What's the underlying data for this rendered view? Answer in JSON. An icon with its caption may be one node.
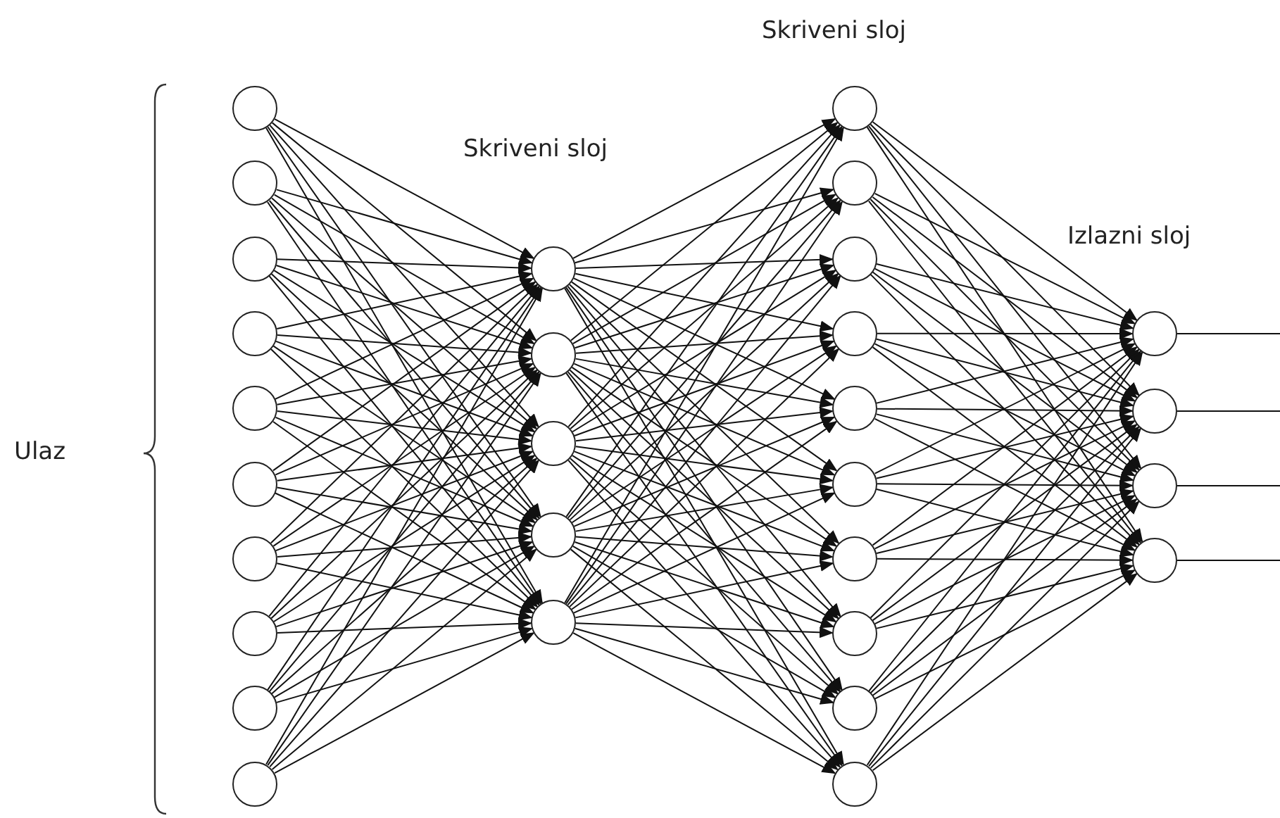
{
  "diagram": {
    "nodes": [
      {
        "text": [],
        "shape": "circle"
      },
      {
        "text": [],
        "shape": "circle"
      },
      {
        "text": [],
        "shape": "circle"
      },
      {
        "text": [],
        "shape": "circle"
      },
      {
        "text": [],
        "shape": "circle"
      },
      {
        "text": [],
        "shape": "circle"
      },
      {
        "text": [],
        "shape": "circle"
      },
      {
        "text": [],
        "shape": "circle"
      },
      {
        "text": [],
        "shape": "circle"
      },
      {
        "text": [],
        "shape": "circle"
      },
      {
        "text": [],
        "shape": "circle"
      },
      {
        "text": [],
        "shape": "circle"
      },
      {
        "text": [],
        "shape": "circle"
      },
      {
        "text": [],
        "shape": "circle"
      },
      {
        "text": [],
        "shape": "circle"
      },
      {
        "text": [],
        "shape": "circle"
      },
      {
        "text": [],
        "shape": "circle"
      },
      {
        "text": [],
        "shape": "circle"
      },
      {
        "text": [],
        "shape": "circle"
      },
      {
        "text": [],
        "shape": "circle"
      },
      {
        "text": [],
        "shape": "circle"
      },
      {
        "text": [],
        "shape": "circle"
      },
      {
        "text": [],
        "shape": "circle"
      },
      {
        "text": [],
        "shape": "circle"
      },
      {
        "text": [],
        "shape": "circle"
      },
      {
        "text": [],
        "shape": "circle"
      },
      {
        "text": [],
        "shape": "circle"
      },
      {
        "text": [],
        "shape": "circle"
      },
      {
        "text": [],
        "shape": "circle"
      }
    ],
    "edges": [
      {
        "from": 0,
        "to": 10,
        "arrow": "to"
      },
      {
        "from": 0,
        "to": 11,
        "arrow": "to"
      },
      {
        "from": 0,
        "to": 12,
        "arrow": "to"
      },
      {
        "from": 0,
        "to": 13,
        "arrow": "to"
      },
      {
        "from": 0,
        "to": 14,
        "arrow": "to"
      },
      {
        "from": 1,
        "to": 10,
        "arrow": "to"
      },
      {
        "from": 1,
        "to": 11,
        "arrow": "to"
      },
      {
        "from": 1,
        "to": 12,
        "arrow": "to"
      },
      {
        "from": 1,
        "to": 13,
        "arrow": "to"
      },
      {
        "from": 1,
        "to": 14,
        "arrow": "to"
      },
      {
        "from": 2,
        "to": 10,
        "arrow": "to"
      },
      {
        "from": 2,
        "to": 11,
        "arrow": "to"
      },
      {
        "from": 2,
        "to": 12,
        "arrow": "to"
      },
      {
        "from": 2,
        "to": 13,
        "arrow": "to"
      },
      {
        "from": 2,
        "to": 14,
        "arrow": "to"
      },
      {
        "from": 3,
        "to": 10,
        "arrow": "to"
      },
      {
        "from": 3,
        "to": 11,
        "arrow": "to"
      },
      {
        "from": 3,
        "to": 12,
        "arrow": "to"
      },
      {
        "from": 3,
        "to": 13,
        "arrow": "to"
      },
      {
        "from": 3,
        "to": 14,
        "arrow": "to"
      },
      {
        "from": 4,
        "to": 10,
        "arrow": "to"
      },
      {
        "from": 4,
        "to": 11,
        "arrow": "to"
      },
      {
        "from": 4,
        "to": 12,
        "arrow": "to"
      },
      {
        "from": 4,
        "to": 13,
        "arrow": "to"
      },
      {
        "from": 4,
        "to": 14,
        "arrow": "to"
      },
      {
        "from": 5,
        "to": 10,
        "arrow": "to"
      },
      {
        "from": 5,
        "to": 11,
        "arrow": "to"
      },
      {
        "from": 5,
        "to": 12,
        "arrow": "to"
      },
      {
        "from": 5,
        "to": 13,
        "arrow": "to"
      },
      {
        "from": 5,
        "to": 14,
        "arrow": "to"
      },
      {
        "from": 6,
        "to": 10,
        "arrow": "to"
      },
      {
        "from": 6,
        "to": 11,
        "arrow": "to"
      },
      {
        "from": 6,
        "to": 12,
        "arrow": "to"
      },
      {
        "from": 6,
        "to": 13,
        "arrow": "to"
      },
      {
        "from": 6,
        "to": 14,
        "arrow": "to"
      },
      {
        "from": 7,
        "to": 10,
        "arrow": "to"
      },
      {
        "from": 7,
        "to": 11,
        "arrow": "to"
      },
      {
        "from": 7,
        "to": 12,
        "arrow": "to"
      },
      {
        "from": 7,
        "to": 13,
        "arrow": "to"
      },
      {
        "from": 7,
        "to": 14,
        "arrow": "to"
      },
      {
        "from": 8,
        "to": 10,
        "arrow": "to"
      },
      {
        "from": 8,
        "to": 11,
        "arrow": "to"
      },
      {
        "from": 8,
        "to": 12,
        "arrow": "to"
      },
      {
        "from": 8,
        "to": 13,
        "arrow": "to"
      },
      {
        "from": 8,
        "to": 14,
        "arrow": "to"
      },
      {
        "from": 9,
        "to": 10,
        "arrow": "to"
      },
      {
        "from": 9,
        "to": 11,
        "arrow": "to"
      },
      {
        "from": 9,
        "to": 12,
        "arrow": "to"
      },
      {
        "from": 9,
        "to": 13,
        "arrow": "to"
      },
      {
        "from": 9,
        "to": 14,
        "arrow": "to"
      },
      {
        "from": 10,
        "to": 15,
        "arrow": "to"
      },
      {
        "from": 10,
        "to": 16,
        "arrow": "to"
      },
      {
        "from": 10,
        "to": 17,
        "arrow": "to"
      },
      {
        "from": 10,
        "to": 18,
        "arrow": "to"
      },
      {
        "from": 10,
        "to": 19,
        "arrow": "to"
      },
      {
        "from": 10,
        "to": 20,
        "arrow": "to"
      },
      {
        "from": 10,
        "to": 21,
        "arrow": "to"
      },
      {
        "from": 10,
        "to": 22,
        "arrow": "to"
      },
      {
        "from": 10,
        "to": 23,
        "arrow": "to"
      },
      {
        "from": 10,
        "to": 24,
        "arrow": "to"
      },
      {
        "from": 11,
        "to": 15,
        "arrow": "to"
      },
      {
        "from": 11,
        "to": 16,
        "arrow": "to"
      },
      {
        "from": 11,
        "to": 17,
        "arrow": "to"
      },
      {
        "from": 11,
        "to": 18,
        "arrow": "to"
      },
      {
        "from": 11,
        "to": 19,
        "arrow": "to"
      },
      {
        "from": 11,
        "to": 20,
        "arrow": "to"
      },
      {
        "from": 11,
        "to": 21,
        "arrow": "to"
      },
      {
        "from": 11,
        "to": 22,
        "arrow": "to"
      },
      {
        "from": 11,
        "to": 23,
        "arrow": "to"
      },
      {
        "from": 11,
        "to": 24,
        "arrow": "to"
      },
      {
        "from": 12,
        "to": 15,
        "arrow": "to"
      },
      {
        "from": 12,
        "to": 16,
        "arrow": "to"
      },
      {
        "from": 12,
        "to": 17,
        "arrow": "to"
      },
      {
        "from": 12,
        "to": 18,
        "arrow": "to"
      },
      {
        "from": 12,
        "to": 19,
        "arrow": "to"
      },
      {
        "from": 12,
        "to": 20,
        "arrow": "to"
      },
      {
        "from": 12,
        "to": 21,
        "arrow": "to"
      },
      {
        "from": 12,
        "to": 22,
        "arrow": "to"
      },
      {
        "from": 12,
        "to": 23,
        "arrow": "to"
      },
      {
        "from": 12,
        "to": 24,
        "arrow": "to"
      },
      {
        "from": 13,
        "to": 15,
        "arrow": "to"
      },
      {
        "from": 13,
        "to": 16,
        "arrow": "to"
      },
      {
        "from": 13,
        "to": 17,
        "arrow": "to"
      },
      {
        "from": 13,
        "to": 18,
        "arrow": "to"
      },
      {
        "from": 13,
        "to": 19,
        "arrow": "to"
      },
      {
        "from": 13,
        "to": 20,
        "arrow": "to"
      },
      {
        "from": 13,
        "to": 21,
        "arrow": "to"
      },
      {
        "from": 13,
        "to": 22,
        "arrow": "to"
      },
      {
        "from": 13,
        "to": 23,
        "arrow": "to"
      },
      {
        "from": 13,
        "to": 24,
        "arrow": "to"
      },
      {
        "from": 14,
        "to": 15,
        "arrow": "to"
      },
      {
        "from": 14,
        "to": 16,
        "arrow": "to"
      },
      {
        "from": 14,
        "to": 17,
        "arrow": "to"
      },
      {
        "from": 14,
        "to": 18,
        "arrow": "to"
      },
      {
        "from": 14,
        "to": 19,
        "arrow": "to"
      },
      {
        "from": 14,
        "to": 20,
        "arrow": "to"
      },
      {
        "from": 14,
        "to": 21,
        "arrow": "to"
      },
      {
        "from": 14,
        "to": 22,
        "arrow": "to"
      },
      {
        "from": 14,
        "to": 23,
        "arrow": "to"
      },
      {
        "from": 14,
        "to": 24,
        "arrow": "to"
      },
      {
        "from": 15,
        "to": 25,
        "arrow": "to"
      },
      {
        "from": 15,
        "to": 26,
        "arrow": "to"
      },
      {
        "from": 15,
        "to": 27,
        "arrow": "to"
      },
      {
        "from": 15,
        "to": 28,
        "arrow": "to"
      },
      {
        "from": 16,
        "to": 25,
        "arrow": "to"
      },
      {
        "from": 16,
        "to": 26,
        "arrow": "to"
      },
      {
        "from": 16,
        "to": 27,
        "arrow": "to"
      },
      {
        "from": 16,
        "to": 28,
        "arrow": "to"
      },
      {
        "from": 17,
        "to": 25,
        "arrow": "to"
      },
      {
        "from": 17,
        "to": 26,
        "arrow": "to"
      },
      {
        "from": 17,
        "to": 27,
        "arrow": "to"
      },
      {
        "from": 17,
        "to": 28,
        "arrow": "to"
      },
      {
        "from": 18,
        "to": 25,
        "arrow": "to"
      },
      {
        "from": 18,
        "to": 26,
        "arrow": "to"
      },
      {
        "from": 18,
        "to": 27,
        "arrow": "to"
      },
      {
        "from": 18,
        "to": 28,
        "arrow": "to"
      },
      {
        "from": 19,
        "to": 25,
        "arrow": "to"
      },
      {
        "from": 19,
        "to": 26,
        "arrow": "to"
      },
      {
        "from": 19,
        "to": 27,
        "arrow": "to"
      },
      {
        "from": 19,
        "to": 28,
        "arrow": "to"
      },
      {
        "from": 20,
        "to": 25,
        "arrow": "to"
      },
      {
        "from": 20,
        "to": 26,
        "arrow": "to"
      },
      {
        "from": 20,
        "to": 27,
        "arrow": "to"
      },
      {
        "from": 20,
        "to": 28,
        "arrow": "to"
      },
      {
        "from": 21,
        "to": 25,
        "arrow": "to"
      },
      {
        "from": 21,
        "to": 26,
        "arrow": "to"
      },
      {
        "from": 21,
        "to": 27,
        "arrow": "to"
      },
      {
        "from": 21,
        "to": 28,
        "arrow": "to"
      },
      {
        "from": 22,
        "to": 25,
        "arrow": "to"
      },
      {
        "from": 22,
        "to": 26,
        "arrow": "to"
      },
      {
        "from": 22,
        "to": 27,
        "arrow": "to"
      },
      {
        "from": 22,
        "to": 28,
        "arrow": "to"
      },
      {
        "from": 23,
        "to": 25,
        "arrow": "to"
      },
      {
        "from": 23,
        "to": 26,
        "arrow": "to"
      },
      {
        "from": 23,
        "to": 27,
        "arrow": "to"
      },
      {
        "from": 23,
        "to": 28,
        "arrow": "to"
      },
      {
        "from": 24,
        "to": 25,
        "arrow": "to"
      },
      {
        "from": 24,
        "to": 26,
        "arrow": "to"
      },
      {
        "from": 24,
        "to": 27,
        "arrow": "to"
      },
      {
        "from": 24,
        "to": 28,
        "arrow": "to"
      },
      {
        "from": 25,
        "to": null,
        "arrow": "none"
      },
      {
        "from": 26,
        "to": null,
        "arrow": "none"
      },
      {
        "from": 27,
        "to": null,
        "arrow": "none"
      },
      {
        "from": 28,
        "to": null,
        "arrow": "none"
      }
    ],
    "labels": [
      "Skriveni sloj",
      "Skriveni sloj",
      "Izlazni sloj",
      "Ulaz"
    ]
  }
}
